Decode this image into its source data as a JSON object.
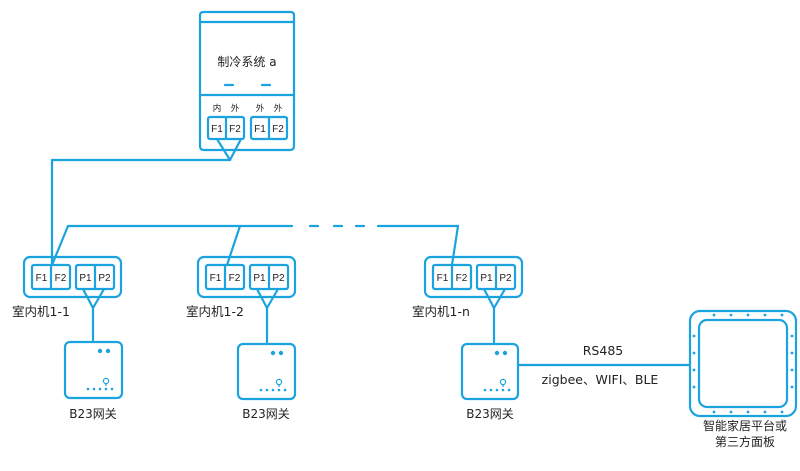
{
  "colors": {
    "line": "#1aa3de",
    "text": "#222222",
    "background": "#ffffff"
  },
  "system": {
    "title": "制冷系统 a",
    "labels": [
      "内",
      "外",
      "外",
      "外"
    ],
    "ports": [
      "F1",
      "F2",
      "F1",
      "F2"
    ]
  },
  "indoor_units": [
    {
      "name": "室内机1-1",
      "ports": [
        "F1",
        "F2",
        "P1",
        "P2"
      ]
    },
    {
      "name": "室内机1-2",
      "ports": [
        "F1",
        "F2",
        "P1",
        "P2"
      ]
    },
    {
      "name": "室内机1-n",
      "ports": [
        "F1",
        "F2",
        "P1",
        "P2"
      ]
    }
  ],
  "gateways": [
    {
      "name": "B23网关"
    },
    {
      "name": "B23网关"
    },
    {
      "name": "B23网关"
    }
  ],
  "connection": {
    "top": "RS485",
    "bottom": "zigbee、WIFI、BLE"
  },
  "panel": {
    "line1": "智能家居平台或",
    "line2": "第三方面板"
  }
}
